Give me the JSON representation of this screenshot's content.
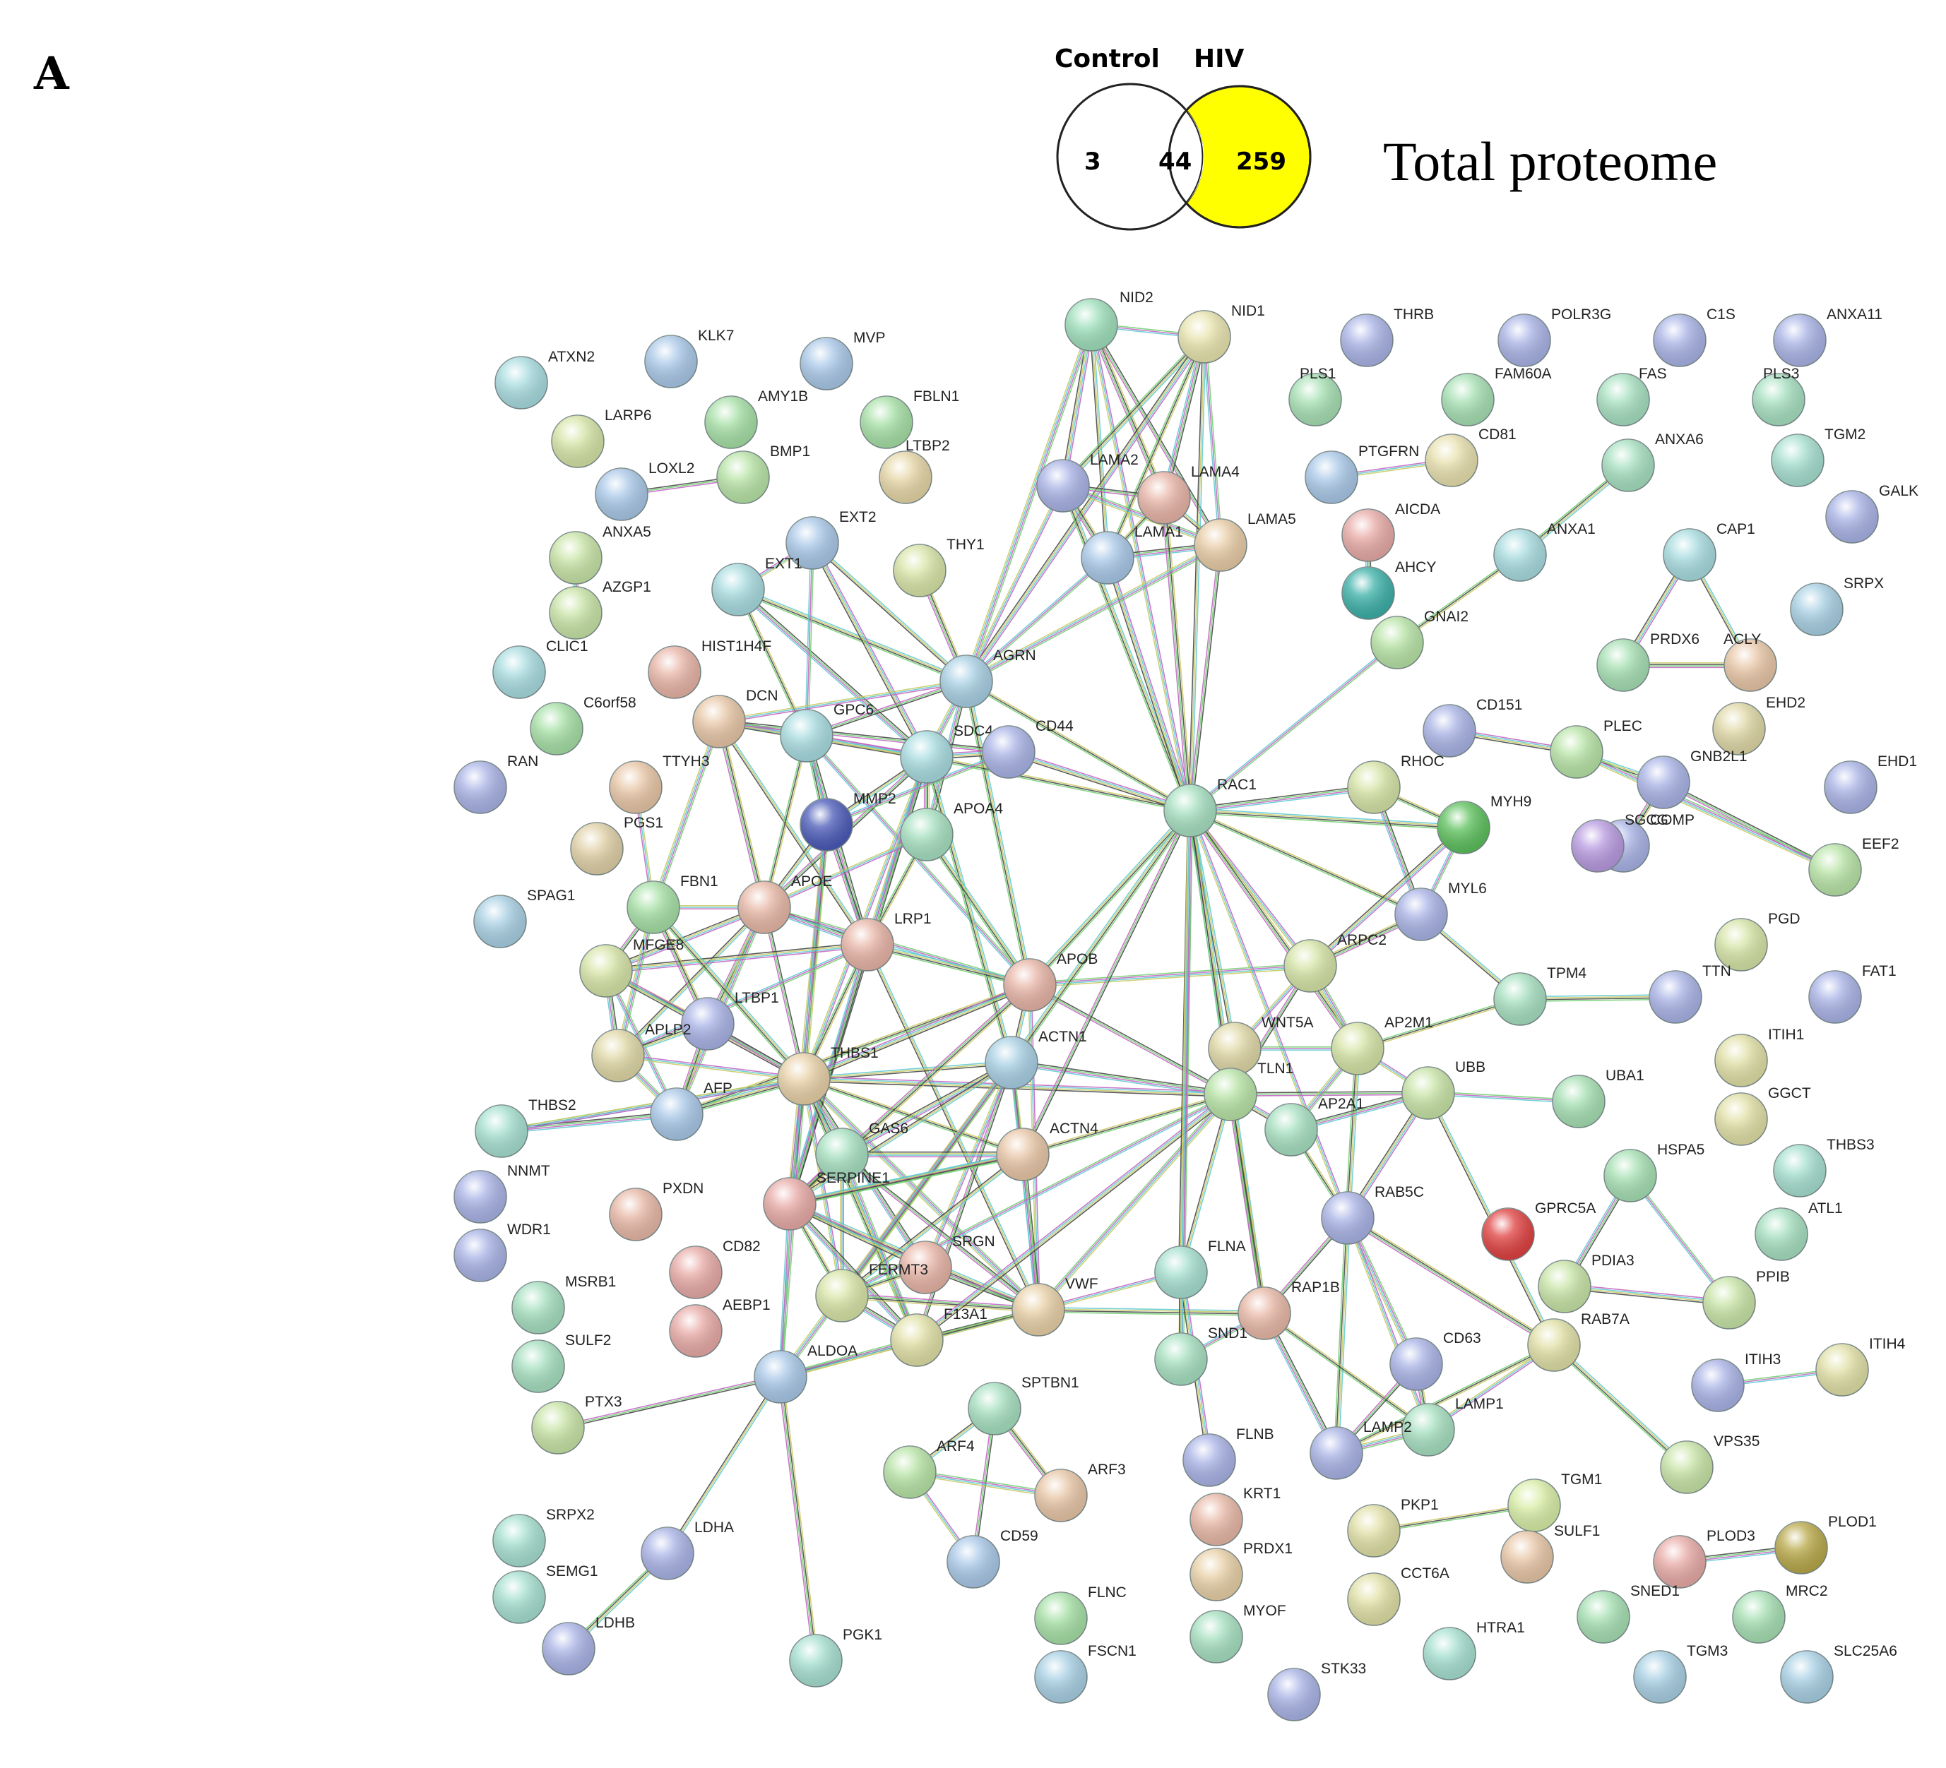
{
  "panel_label": "A",
  "venn": {
    "left_label": "Control",
    "right_label": "HIV",
    "only_left": "3",
    "shared": "44",
    "only_right": "259",
    "right_fill": "#ffff00"
  },
  "title": "Total proteome",
  "nodes": [
    {
      "id": "NID2",
      "color": "#9fe0bc"
    },
    {
      "id": "NID1",
      "color": "#e8e4ae"
    },
    {
      "id": "THRB",
      "color": "#a9b3e6"
    },
    {
      "id": "POLR3G",
      "color": "#a9b3e6"
    },
    {
      "id": "C1S",
      "color": "#a9b3e6"
    },
    {
      "id": "ANXA11",
      "color": "#a9b3e6"
    },
    {
      "id": "ATXN2",
      "color": "#a8dce0"
    },
    {
      "id": "KLK7",
      "color": "#a9c8e8"
    },
    {
      "id": "MVP",
      "color": "#a9c8e8"
    },
    {
      "id": "PLS1",
      "color": "#a6e0b3"
    },
    {
      "id": "FAM60A",
      "color": "#a6e0b3"
    },
    {
      "id": "FAS",
      "color": "#a6e0c0"
    },
    {
      "id": "PLS3",
      "color": "#a6e0c0"
    },
    {
      "id": "AMY1B",
      "color": "#a6e0a6"
    },
    {
      "id": "FBLN1",
      "color": "#a6e0a6"
    },
    {
      "id": "LARP6",
      "color": "#d6e4a6"
    },
    {
      "id": "BMP1",
      "color": "#b8e4a6"
    },
    {
      "id": "LTBP2",
      "color": "#e6d6a6"
    },
    {
      "id": "LOXL2",
      "color": "#a9c8e8"
    },
    {
      "id": "LAMA2",
      "color": "#a9b3e6"
    },
    {
      "id": "LAMA4",
      "color": "#e8b4a6"
    },
    {
      "id": "PTGFRN",
      "color": "#a9c8e8"
    },
    {
      "id": "CD81",
      "color": "#e8e0ae"
    },
    {
      "id": "ANXA6",
      "color": "#a6e0c0"
    },
    {
      "id": "TGM2",
      "color": "#a6e0d0"
    },
    {
      "id": "GALK",
      "color": "#a9b3e6"
    },
    {
      "id": "ANXA5",
      "color": "#c8e4a6"
    },
    {
      "id": "EXT2",
      "color": "#a9c8e8"
    },
    {
      "id": "THY1",
      "color": "#d8e4a6"
    },
    {
      "id": "LAMA1",
      "color": "#a9c8e8"
    },
    {
      "id": "LAMA5",
      "color": "#e8cca6"
    },
    {
      "id": "AICDA",
      "color": "#e8aaa6"
    },
    {
      "id": "ANXA1",
      "color": "#a8dce0"
    },
    {
      "id": "CAP1",
      "color": "#a8dce0"
    },
    {
      "id": "AZGP1",
      "color": "#c8e4a6"
    },
    {
      "id": "EXT1",
      "color": "#a8dce0"
    },
    {
      "id": "AHCY",
      "color": "#3bb0a8"
    },
    {
      "id": "SRPX",
      "color": "#a8d0e4"
    },
    {
      "id": "CLIC1",
      "color": "#a8dce0"
    },
    {
      "id": "HIST1H4F",
      "color": "#e8b4a6"
    },
    {
      "id": "GNAI2",
      "color": "#b8e4a6"
    },
    {
      "id": "PRDX6",
      "color": "#a6e0b3"
    },
    {
      "id": "ACLY",
      "color": "#e8c6a6"
    },
    {
      "id": "AGRN",
      "color": "#a8d0e4"
    },
    {
      "id": "DCN",
      "color": "#e8c6a6"
    },
    {
      "id": "C6orf58",
      "color": "#a6e0a6"
    },
    {
      "id": "GPC6",
      "color": "#a8dce0"
    },
    {
      "id": "CD151",
      "color": "#a9b3e6"
    },
    {
      "id": "EHD2",
      "color": "#e0d8a6"
    },
    {
      "id": "RAN",
      "color": "#a9b3e6"
    },
    {
      "id": "SDC4",
      "color": "#a8dce0"
    },
    {
      "id": "CD44",
      "color": "#a9b3e6"
    },
    {
      "id": "PLEC",
      "color": "#b8e4a6"
    },
    {
      "id": "EHD1",
      "color": "#a9b3e6"
    },
    {
      "id": "TTYH3",
      "color": "#e8c6a6"
    },
    {
      "id": "RAC1",
      "color": "#a6e0c0"
    },
    {
      "id": "RHOC",
      "color": "#d6e4a6"
    },
    {
      "id": "GNB2L1",
      "color": "#a9b3e6"
    },
    {
      "id": "MMP2",
      "color": "#4a5ab8"
    },
    {
      "id": "APOA4",
      "color": "#a6e0c0"
    },
    {
      "id": "PGS1",
      "color": "#e0d0a6"
    },
    {
      "id": "MYH9",
      "color": "#5cc05c"
    },
    {
      "id": "COMP",
      "color": "#a9b3e6"
    },
    {
      "id": "SGCG",
      "color": "#b89ae0"
    },
    {
      "id": "EEF2",
      "color": "#b8e4a6"
    },
    {
      "id": "FBN1",
      "color": "#a6e0a6"
    },
    {
      "id": "APOE",
      "color": "#e8b8a6"
    },
    {
      "id": "SPAG1",
      "color": "#a8d0e4"
    },
    {
      "id": "MYL6",
      "color": "#a9b3e6"
    },
    {
      "id": "PGD",
      "color": "#d6e4a6"
    },
    {
      "id": "LRP1",
      "color": "#e8b4a6"
    },
    {
      "id": "MFGE8",
      "color": "#d6e4a6"
    },
    {
      "id": "ARPC2",
      "color": "#d6e4a6"
    },
    {
      "id": "APOB",
      "color": "#e8b4a6"
    },
    {
      "id": "TPM4",
      "color": "#a6e0c0"
    },
    {
      "id": "TTN",
      "color": "#a9b3e6"
    },
    {
      "id": "FAT1",
      "color": "#a9b3e6"
    },
    {
      "id": "LTBP1",
      "color": "#a9b3e6"
    },
    {
      "id": "APLP2",
      "color": "#e0d8a6"
    },
    {
      "id": "WNT5A",
      "color": "#e0d8a6"
    },
    {
      "id": "AP2M1",
      "color": "#d6e4a6"
    },
    {
      "id": "ACTN1",
      "color": "#a8d0e4"
    },
    {
      "id": "THBS1",
      "color": "#e8d0a6"
    },
    {
      "id": "ITIH1",
      "color": "#e0e0a6"
    },
    {
      "id": "AFP",
      "color": "#a9c8e8"
    },
    {
      "id": "TLN1",
      "color": "#b8e4a6"
    },
    {
      "id": "UBB",
      "color": "#c8e4a6"
    },
    {
      "id": "UBA1",
      "color": "#a6e0b3"
    },
    {
      "id": "GGCT",
      "color": "#e0e0a6"
    },
    {
      "id": "AP2A1",
      "color": "#a6e0c0"
    },
    {
      "id": "THBS2",
      "color": "#a6e0d0"
    },
    {
      "id": "GAS6",
      "color": "#a6e0c0"
    },
    {
      "id": "ACTN4",
      "color": "#e8c6a6"
    },
    {
      "id": "HSPA5",
      "color": "#a6e0b3"
    },
    {
      "id": "THBS3",
      "color": "#a6e0d0"
    },
    {
      "id": "NNMT",
      "color": "#a9b3e6"
    },
    {
      "id": "SERPINE1",
      "color": "#e8aaa6"
    },
    {
      "id": "PXDN",
      "color": "#e8b8a6"
    },
    {
      "id": "RAB5C",
      "color": "#a9b3e6"
    },
    {
      "id": "GPRC5A",
      "color": "#e04040"
    },
    {
      "id": "ATL1",
      "color": "#a6e0c0"
    },
    {
      "id": "WDR1",
      "color": "#a9b3e6"
    },
    {
      "id": "SRGN",
      "color": "#e8b4a6"
    },
    {
      "id": "CD82",
      "color": "#e8aaa6"
    },
    {
      "id": "FLNA",
      "color": "#a6e0d0"
    },
    {
      "id": "PDIA3",
      "color": "#c8e4a6"
    },
    {
      "id": "PPIB",
      "color": "#c8e4a6"
    },
    {
      "id": "MSRB1",
      "color": "#a6e0c0"
    },
    {
      "id": "FERMT3",
      "color": "#d8e4a6"
    },
    {
      "id": "VWF",
      "color": "#e8d0a6"
    },
    {
      "id": "AEBP1",
      "color": "#e8aaa6"
    },
    {
      "id": "RAP1B",
      "color": "#e8b8a6"
    },
    {
      "id": "F13A1",
      "color": "#e0e0a6"
    },
    {
      "id": "SULF2",
      "color": "#a6e0c0"
    },
    {
      "id": "SND1",
      "color": "#a6e0c0"
    },
    {
      "id": "RAB7A",
      "color": "#e0e0a6"
    },
    {
      "id": "CD63",
      "color": "#a9b3e6"
    },
    {
      "id": "ALDOA",
      "color": "#a9c8e8"
    },
    {
      "id": "ITIH3",
      "color": "#a9b3e6"
    },
    {
      "id": "ITIH4",
      "color": "#e0e0a6"
    },
    {
      "id": "PTX3",
      "color": "#c8e4a6"
    },
    {
      "id": "SPTBN1",
      "color": "#a6e0c0"
    },
    {
      "id": "LAMP1",
      "color": "#a6e0c0"
    },
    {
      "id": "LAMP2",
      "color": "#a9b3e6"
    },
    {
      "id": "FLNB",
      "color": "#a9b3e6"
    },
    {
      "id": "VPS35",
      "color": "#c8e4a6"
    },
    {
      "id": "ARF4",
      "color": "#b8e4a6"
    },
    {
      "id": "ARF3",
      "color": "#e8c6a6"
    },
    {
      "id": "TGM1",
      "color": "#d8eea6"
    },
    {
      "id": "KRT1",
      "color": "#e8b8a6"
    },
    {
      "id": "PKP1",
      "color": "#e0e0a6"
    },
    {
      "id": "SULF1",
      "color": "#e8c6a6"
    },
    {
      "id": "SRPX2",
      "color": "#a6e0d0"
    },
    {
      "id": "LDHA",
      "color": "#a9b3e6"
    },
    {
      "id": "CD59",
      "color": "#a9c8e8"
    },
    {
      "id": "PRDX1",
      "color": "#e8d0a6"
    },
    {
      "id": "PLOD3",
      "color": "#e8aaa6"
    },
    {
      "id": "PLOD1",
      "color": "#b8a848"
    },
    {
      "id": "SEMG1",
      "color": "#a6e0d0"
    },
    {
      "id": "CCT6A",
      "color": "#e0e0a6"
    },
    {
      "id": "SNED1",
      "color": "#a6e0b3"
    },
    {
      "id": "MRC2",
      "color": "#a6e0b3"
    },
    {
      "id": "FLNC",
      "color": "#a6e0a6"
    },
    {
      "id": "LDHB",
      "color": "#a9b3e6"
    },
    {
      "id": "MYOF",
      "color": "#a6e0c0"
    },
    {
      "id": "HTRA1",
      "color": "#a6e0d0"
    },
    {
      "id": "PGK1",
      "color": "#a6e0d0"
    },
    {
      "id": "FSCN1",
      "color": "#a8d0e4"
    },
    {
      "id": "STK33",
      "color": "#a9b3e6"
    },
    {
      "id": "TGM3",
      "color": "#a8d0e4"
    },
    {
      "id": "SLC25A6",
      "color": "#a8d0e4"
    }
  ],
  "edges": [
    [
      "NID2",
      "NID1"
    ],
    [
      "NID2",
      "LAMA2"
    ],
    [
      "NID2",
      "LAMA1"
    ],
    [
      "NID2",
      "LAMA4"
    ],
    [
      "NID2",
      "LAMA5"
    ],
    [
      "NID2",
      "AGRN"
    ],
    [
      "NID2",
      "RAC1"
    ],
    [
      "NID1",
      "LAMA2"
    ],
    [
      "NID1",
      "LAMA1"
    ],
    [
      "NID1",
      "LAMA4"
    ],
    [
      "NID1",
      "LAMA5"
    ],
    [
      "NID1",
      "AGRN"
    ],
    [
      "NID1",
      "RAC1"
    ],
    [
      "LAMA2",
      "LAMA1"
    ],
    [
      "LAMA2",
      "LAMA4"
    ],
    [
      "LAMA2",
      "LAMA5"
    ],
    [
      "LAMA2",
      "AGRN"
    ],
    [
      "LAMA2",
      "RAC1"
    ],
    [
      "LAMA1",
      "LAMA4"
    ],
    [
      "LAMA1",
      "LAMA5"
    ],
    [
      "LAMA1",
      "AGRN"
    ],
    [
      "LAMA1",
      "RAC1"
    ],
    [
      "LAMA4",
      "LAMA5"
    ],
    [
      "LAMA4",
      "RAC1"
    ],
    [
      "LAMA5",
      "RAC1"
    ],
    [
      "LAMA5",
      "AGRN"
    ],
    [
      "PTGFRN",
      "CD81"
    ],
    [
      "ANXA6",
      "ANXA1"
    ],
    [
      "ANXA1",
      "GNAI2"
    ],
    [
      "AICDA",
      "AHCY"
    ],
    [
      "GNAI2",
      "RAC1"
    ],
    [
      "CAP1",
      "PRDX6"
    ],
    [
      "CAP1",
      "ACLY"
    ],
    [
      "PRDX6",
      "ACLY"
    ],
    [
      "LOXL2",
      "BMP1"
    ],
    [
      "ANXA5",
      "AZGP1"
    ],
    [
      "EXT1",
      "EXT2"
    ],
    [
      "EXT1",
      "AGRN"
    ],
    [
      "EXT1",
      "GPC6"
    ],
    [
      "EXT1",
      "SDC4"
    ],
    [
      "EXT2",
      "GPC6"
    ],
    [
      "EXT2",
      "SDC4"
    ],
    [
      "EXT2",
      "AGRN"
    ],
    [
      "THY1",
      "AGRN"
    ],
    [
      "AGRN",
      "GPC6"
    ],
    [
      "AGRN",
      "SDC4"
    ],
    [
      "AGRN",
      "DCN"
    ],
    [
      "AGRN",
      "APOB"
    ],
    [
      "AGRN",
      "RAC1"
    ],
    [
      "AGRN",
      "APOA4"
    ],
    [
      "DCN",
      "GPC6"
    ],
    [
      "DCN",
      "SDC4"
    ],
    [
      "DCN",
      "LRP1"
    ],
    [
      "DCN",
      "APOE"
    ],
    [
      "DCN",
      "CD44"
    ],
    [
      "DCN",
      "FBN1"
    ],
    [
      "GPC6",
      "SDC4"
    ],
    [
      "GPC6",
      "MMP2"
    ],
    [
      "GPC6",
      "APOE"
    ],
    [
      "GPC6",
      "LRP1"
    ],
    [
      "GPC6",
      "APOB"
    ],
    [
      "SDC4",
      "CD44"
    ],
    [
      "SDC4",
      "MMP2"
    ],
    [
      "SDC4",
      "APOA4"
    ],
    [
      "SDC4",
      "APOE"
    ],
    [
      "SDC4",
      "LRP1"
    ],
    [
      "SDC4",
      "THBS1"
    ],
    [
      "SDC4",
      "ACTN1"
    ],
    [
      "SDC4",
      "RAC1"
    ],
    [
      "SDC4",
      "SERPINE1"
    ],
    [
      "CD44",
      "MMP2"
    ],
    [
      "CD44",
      "RAC1"
    ],
    [
      "MMP2",
      "APOE"
    ],
    [
      "MMP2",
      "THBS1"
    ],
    [
      "MMP2",
      "LRP1"
    ],
    [
      "MMP2",
      "SERPINE1"
    ],
    [
      "APOA4",
      "APOE"
    ],
    [
      "APOA4",
      "APOB"
    ],
    [
      "APOA4",
      "LRP1"
    ],
    [
      "APOE",
      "LRP1"
    ],
    [
      "APOE",
      "APOB"
    ],
    [
      "APOE",
      "MFGE8"
    ],
    [
      "APOE",
      "APLP2"
    ],
    [
      "APOE",
      "LTBP1"
    ],
    [
      "APOE",
      "THBS1"
    ],
    [
      "APOE",
      "AFP"
    ],
    [
      "APOE",
      "FBN1"
    ],
    [
      "LRP1",
      "APOB"
    ],
    [
      "LRP1",
      "THBS1"
    ],
    [
      "LRP1",
      "SERPINE1"
    ],
    [
      "LRP1",
      "APLP2"
    ],
    [
      "LRP1",
      "MFGE8"
    ],
    [
      "LRP1",
      "VWF"
    ],
    [
      "FBN1",
      "LTBP1"
    ],
    [
      "FBN1",
      "MFGE8"
    ],
    [
      "FBN1",
      "APLP2"
    ],
    [
      "FBN1",
      "TTYH3"
    ],
    [
      "FBN1",
      "THBS1"
    ],
    [
      "MFGE8",
      "LTBP1"
    ],
    [
      "MFGE8",
      "APLP2"
    ],
    [
      "MFGE8",
      "AFP"
    ],
    [
      "MFGE8",
      "THBS1"
    ],
    [
      "LTBP1",
      "APLP2"
    ],
    [
      "LTBP1",
      "AFP"
    ],
    [
      "LTBP1",
      "THBS1"
    ],
    [
      "APLP2",
      "AFP"
    ],
    [
      "APLP2",
      "THBS1"
    ],
    [
      "AFP",
      "THBS1"
    ],
    [
      "AFP",
      "APOB"
    ],
    [
      "THBS2",
      "AFP"
    ],
    [
      "THBS2",
      "THBS1"
    ],
    [
      "THBS1",
      "APOB"
    ],
    [
      "THBS1",
      "ACTN1"
    ],
    [
      "THBS1",
      "GAS6"
    ],
    [
      "THBS1",
      "SERPINE1"
    ],
    [
      "THBS1",
      "VWF"
    ],
    [
      "THBS1",
      "FERMT3"
    ],
    [
      "THBS1",
      "F13A1"
    ],
    [
      "THBS1",
      "ACTN4"
    ],
    [
      "THBS1",
      "SRGN"
    ],
    [
      "THBS1",
      "ALDOA"
    ],
    [
      "THBS1",
      "TLN1"
    ],
    [
      "APOB",
      "ACTN1"
    ],
    [
      "APOB",
      "SERPINE1"
    ],
    [
      "APOB",
      "TLN1"
    ],
    [
      "APOB",
      "ARPC2"
    ],
    [
      "APOB",
      "VWF"
    ],
    [
      "APOB",
      "RAC1"
    ],
    [
      "ACTN1",
      "ACTN4"
    ],
    [
      "ACTN1",
      "TLN1"
    ],
    [
      "ACTN1",
      "VWF"
    ],
    [
      "ACTN1",
      "GAS6"
    ],
    [
      "ACTN1",
      "SERPINE1"
    ],
    [
      "ACTN1",
      "FERMT3"
    ],
    [
      "ACTN1",
      "F13A1"
    ],
    [
      "ACTN1",
      "ALDOA"
    ],
    [
      "ACTN1",
      "SRGN"
    ],
    [
      "ACTN1",
      "RAC1"
    ],
    [
      "ACTN4",
      "TLN1"
    ],
    [
      "ACTN4",
      "VWF"
    ],
    [
      "ACTN4",
      "SERPINE1"
    ],
    [
      "ACTN4",
      "GAS6"
    ],
    [
      "ACTN4",
      "FERMT3"
    ],
    [
      "GAS6",
      "SERPINE1"
    ],
    [
      "GAS6",
      "VWF"
    ],
    [
      "GAS6",
      "F13A1"
    ],
    [
      "GAS6",
      "FERMT3"
    ],
    [
      "SERPINE1",
      "VWF"
    ],
    [
      "SERPINE1",
      "FERMT3"
    ],
    [
      "SERPINE1",
      "F13A1"
    ],
    [
      "SERPINE1",
      "ALDOA"
    ],
    [
      "SERPINE1",
      "SRGN"
    ],
    [
      "VWF",
      "F13A1"
    ],
    [
      "VWF",
      "FERMT3"
    ],
    [
      "VWF",
      "SRGN"
    ],
    [
      "VWF",
      "TLN1"
    ],
    [
      "VWF",
      "FLNA"
    ],
    [
      "VWF",
      "RAP1B"
    ],
    [
      "VWF",
      "ALDOA"
    ],
    [
      "FERMT3",
      "F13A1"
    ],
    [
      "FERMT3",
      "TLN1"
    ],
    [
      "F13A1",
      "TLN1"
    ],
    [
      "ALDOA",
      "LDHA"
    ],
    [
      "ALDOA",
      "PGK1"
    ],
    [
      "ALDOA",
      "PTX3"
    ],
    [
      "ALDOA",
      "F13A1"
    ],
    [
      "RAC1",
      "ARPC2"
    ],
    [
      "RAC1",
      "MYH9"
    ],
    [
      "RAC1",
      "MYL6"
    ],
    [
      "RAC1",
      "RHOC"
    ],
    [
      "RAC1",
      "TLN1"
    ],
    [
      "RAC1",
      "FLNA"
    ],
    [
      "RAC1",
      "WNT5A"
    ],
    [
      "RAC1",
      "AP2M1"
    ],
    [
      "RAC1",
      "ACTN4"
    ],
    [
      "RAC1",
      "SND1"
    ],
    [
      "RAC1",
      "RAB5C"
    ],
    [
      "RAC1",
      "RAP1B"
    ],
    [
      "RHOC",
      "MYH9"
    ],
    [
      "RHOC",
      "MYL6"
    ],
    [
      "MYH9",
      "MYL6"
    ],
    [
      "MYH9",
      "ARPC2"
    ],
    [
      "MYL6",
      "TPM4"
    ],
    [
      "ARPC2",
      "MYL6"
    ],
    [
      "ARPC2",
      "TLN1"
    ],
    [
      "ARPC2",
      "AP2M1"
    ],
    [
      "ARPC2",
      "WNT5A"
    ],
    [
      "TPM4",
      "TTN"
    ],
    [
      "TPM4",
      "AP2M1"
    ],
    [
      "WNT5A",
      "TLN1"
    ],
    [
      "WNT5A",
      "AP2M1"
    ],
    [
      "TLN1",
      "AP2A1"
    ],
    [
      "TLN1",
      "FLNA"
    ],
    [
      "TLN1",
      "RAP1B"
    ],
    [
      "TLN1",
      "UBB"
    ],
    [
      "AP2M1",
      "AP2A1"
    ],
    [
      "AP2M1",
      "UBB"
    ],
    [
      "AP2M1",
      "RAB5C"
    ],
    [
      "AP2A1",
      "RAB5C"
    ],
    [
      "AP2A1",
      "UBB"
    ],
    [
      "UBB",
      "UBA1"
    ],
    [
      "UBB",
      "RAB5C"
    ],
    [
      "UBB",
      "RAB7A"
    ],
    [
      "RAB5C",
      "RAB7A"
    ],
    [
      "RAB5C",
      "RAP1B"
    ],
    [
      "RAB5C",
      "CD63"
    ],
    [
      "RAB5C",
      "LAMP1"
    ],
    [
      "RAB5C",
      "LAMP2"
    ],
    [
      "RAP1B",
      "LAMP1"
    ],
    [
      "RAP1B",
      "LAMP2"
    ],
    [
      "RAP1B",
      "SND1"
    ],
    [
      "FLNA",
      "FLNB"
    ],
    [
      "FLNA",
      "SND1"
    ],
    [
      "CD63",
      "LAMP1"
    ],
    [
      "CD63",
      "LAMP2"
    ],
    [
      "LAMP1",
      "LAMP2"
    ],
    [
      "RAB7A",
      "LAMP1"
    ],
    [
      "RAB7A",
      "VPS35"
    ],
    [
      "RAB7A",
      "LAMP2"
    ],
    [
      "HSPA5",
      "PDIA3"
    ],
    [
      "HSPA5",
      "PPIB"
    ],
    [
      "PDIA3",
      "PPIB"
    ],
    [
      "SPTBN1",
      "ARF4"
    ],
    [
      "SPTBN1",
      "ARF3"
    ],
    [
      "SPTBN1",
      "CD59"
    ],
    [
      "ARF4",
      "ARF3"
    ],
    [
      "ARF4",
      "CD59"
    ],
    [
      "LDHA",
      "LDHB"
    ],
    [
      "PKP1",
      "TGM1"
    ],
    [
      "PLOD3",
      "PLOD1"
    ],
    [
      "ITIH3",
      "ITIH4"
    ],
    [
      "CD151",
      "PLEC"
    ],
    [
      "PLEC",
      "GNB2L1"
    ],
    [
      "GNB2L1",
      "COMP"
    ],
    [
      "GNB2L1",
      "EEF2"
    ],
    [
      "PLEC",
      "EEF2"
    ],
    [
      "THBS1",
      "THBS2"
    ],
    [
      "SERPINE1",
      "ACTN4"
    ],
    [
      "SRGN",
      "FERMT3"
    ]
  ]
}
